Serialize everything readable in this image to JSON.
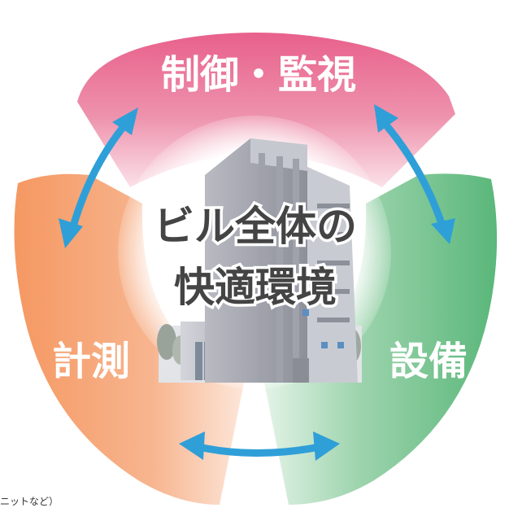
{
  "diagram": {
    "segments": [
      {
        "id": "top",
        "label": "制御・監視",
        "color": "#e6789a"
      },
      {
        "id": "left",
        "label": "計測",
        "color": "#f29a6e"
      },
      {
        "id": "right",
        "label": "設備",
        "color": "#6cc08a"
      }
    ],
    "center": {
      "line1": "ビル全体の",
      "line2": "快適環境"
    },
    "arrow_color": "#2f9fd8",
    "footnote": "ニットなど）"
  }
}
